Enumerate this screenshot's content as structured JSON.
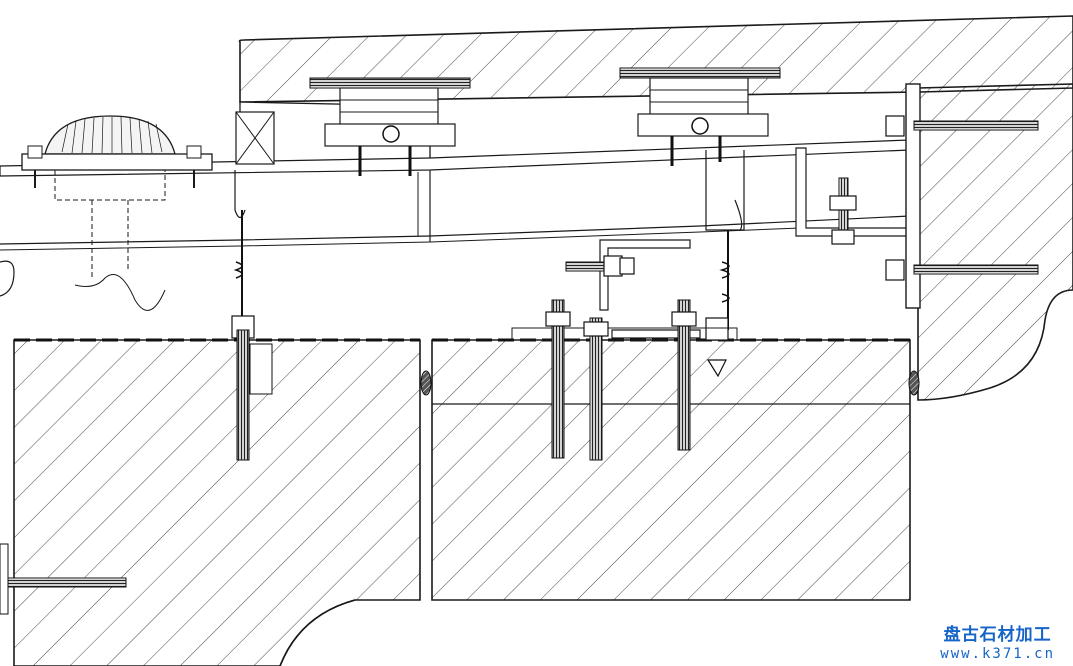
{
  "drawing": {
    "components": {
      "upper_slab": "upper-stone-slab",
      "lower_left_block": "lower-left-stone-block",
      "lower_right_block": "lower-right-stone-block",
      "column": "stone-column",
      "roof_drain": "roof-drain",
      "hangers": [
        "hanger-rod-left",
        "hanger-rod-right"
      ],
      "anchor_bolts_count": 4,
      "through_bolts_count": 3
    },
    "line_color": "#1a1a1a",
    "hatch_color": "#333333"
  },
  "watermark": {
    "name": "盘古石材加工",
    "url": "www.k371.cn",
    "color": "#1565c8"
  }
}
